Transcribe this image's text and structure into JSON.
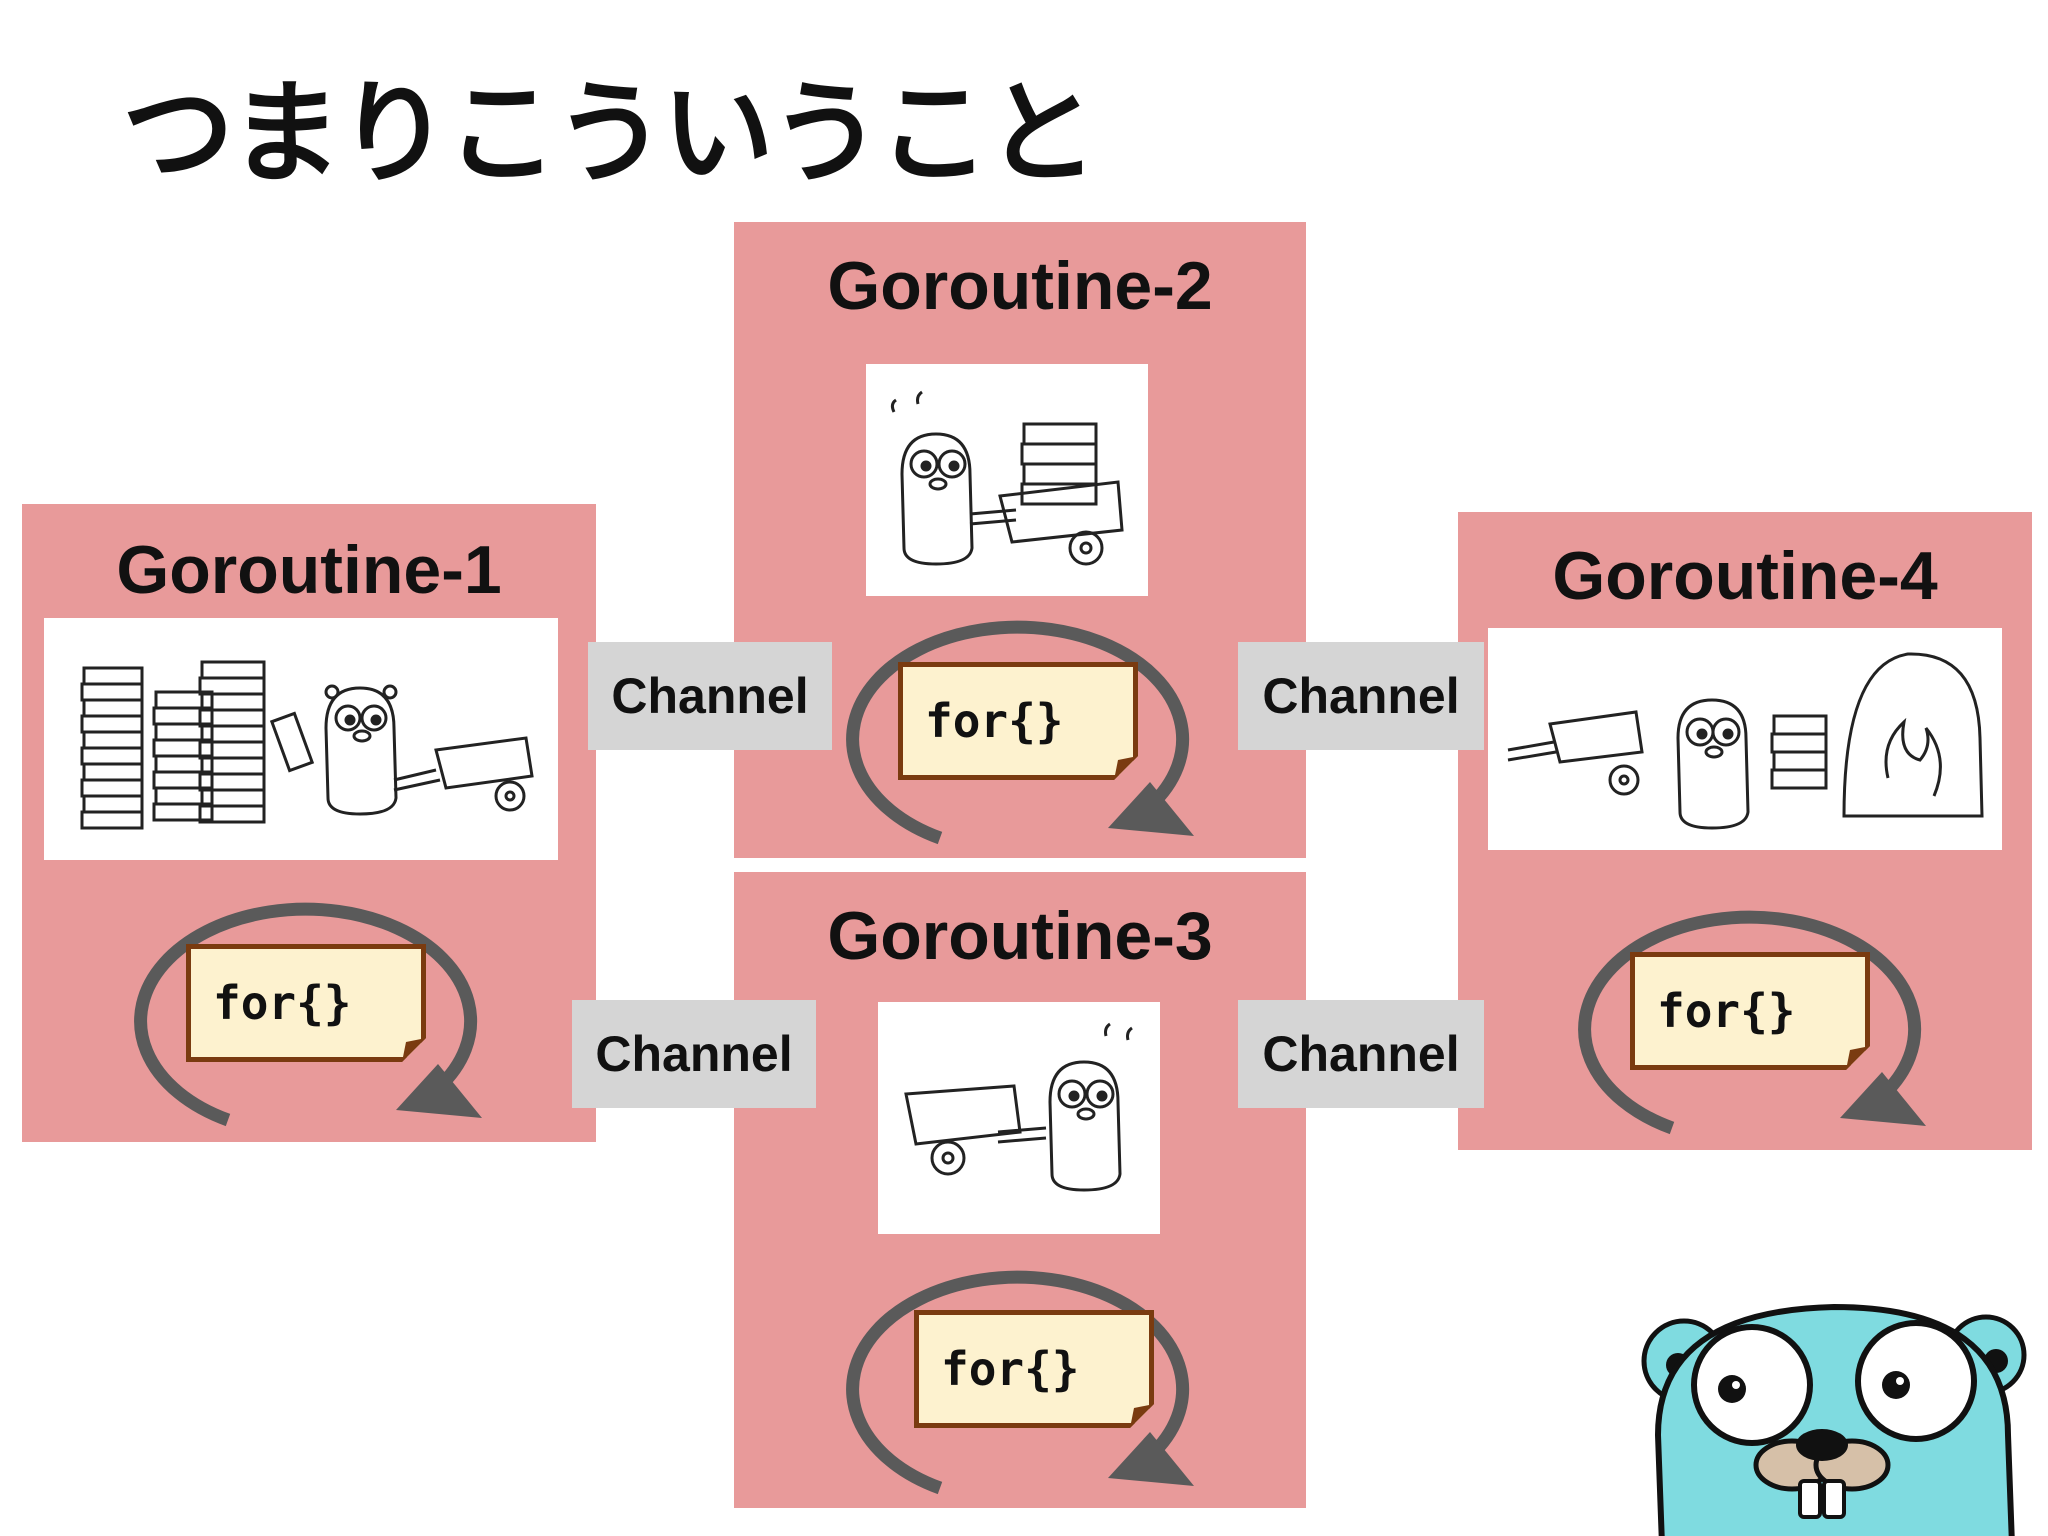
{
  "title": "つまりこういうこと",
  "goroutines": [
    {
      "label": "Goroutine-1",
      "loop_code": "for{}",
      "illustration": "gopher-with-book-stacks-and-cart"
    },
    {
      "label": "Goroutine-2",
      "loop_code": "for{}",
      "illustration": "gopher-pushing-loaded-cart"
    },
    {
      "label": "Goroutine-3",
      "loop_code": "for{}",
      "illustration": "gopher-pulling-empty-cart"
    },
    {
      "label": "Goroutine-4",
      "loop_code": "for{}",
      "illustration": "gopher-unloading-books-into-furnace"
    }
  ],
  "channels": [
    {
      "label": "Channel"
    },
    {
      "label": "Channel"
    },
    {
      "label": "Channel"
    },
    {
      "label": "Channel"
    }
  ],
  "colors": {
    "goroutine_box": "#e89a9a",
    "channel_box": "#d5d5d5",
    "note_fill": "#fdf2cf",
    "note_border": "#7a3b10",
    "loop_arrow": "#5a5a5a",
    "gopher": "#7fdbe0"
  },
  "icons": [
    "loop-arrow-icon",
    "go-gopher-icon"
  ]
}
